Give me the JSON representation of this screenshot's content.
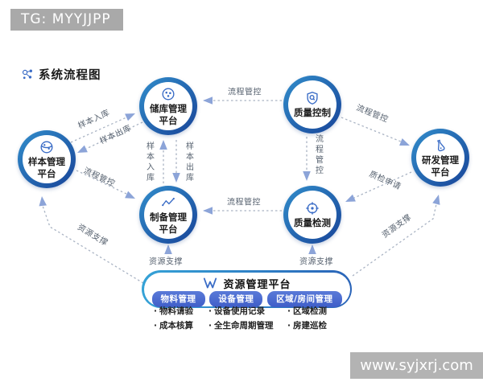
{
  "overlays": {
    "tg_badge": "TG: MYYJJPP",
    "watermark": "www.syjxrj.com"
  },
  "title": "系统流程图",
  "nodes": {
    "storage": "储库管理平台",
    "quality_control": "质量控制",
    "sample": "样本管理平台",
    "rnd": "研发管理平台",
    "preparation": "制备管理平台",
    "quality_inspection": "质量检测"
  },
  "edge_labels": {
    "qc_to_storage": "流程管控",
    "sample_in_diag": "样本入库",
    "sample_out_diag": "样本出库",
    "sample_to_prep": "流程管控",
    "storage_prep_in": "样本入库",
    "storage_prep_out": "样本出库",
    "qc_to_qi": "流程管控",
    "qi_to_prep": "流程管控",
    "qc_to_rnd": "流程管控",
    "rnd_to_qi": "质检申请",
    "res_to_sample": "资源支撑",
    "res_to_prep": "资源支撑",
    "res_to_qi": "资源支撑",
    "res_to_rnd": "资源支撑"
  },
  "resource": {
    "title": "资源管理平台",
    "groups": [
      {
        "label": "物料管理",
        "items": [
          "物料请验",
          "成本核算"
        ]
      },
      {
        "label": "设备管理",
        "items": [
          "设备使用记录",
          "全生命周期管理"
        ]
      },
      {
        "label": "区域/房间管理",
        "items": [
          "区域检测",
          "房建巡检"
        ]
      }
    ]
  },
  "colors": {
    "ring_blue_light": "#2f86c6",
    "ring_blue_dark": "#1c4fa0",
    "pill_blue": "#4a6ed2",
    "icon_blue": "#3a6cc6",
    "arrowhead": "#8ca4d8",
    "dash_gray": "#aab4c4",
    "badge_gray": "#a9a9a9",
    "watermark_gray": "#b3b3b3"
  }
}
